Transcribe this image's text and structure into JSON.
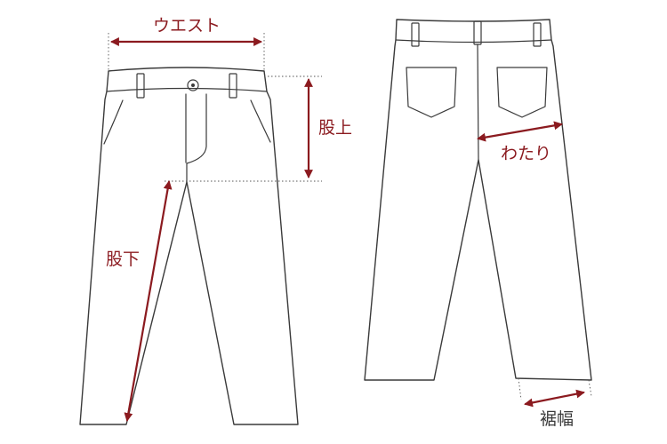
{
  "colors": {
    "measure": "#8b1a1f",
    "line": "#3a3a3a"
  },
  "labels": {
    "waist": "ウエスト",
    "rise": "股上",
    "inseam": "股下",
    "thigh": "わたり",
    "hem": "裾幅"
  }
}
